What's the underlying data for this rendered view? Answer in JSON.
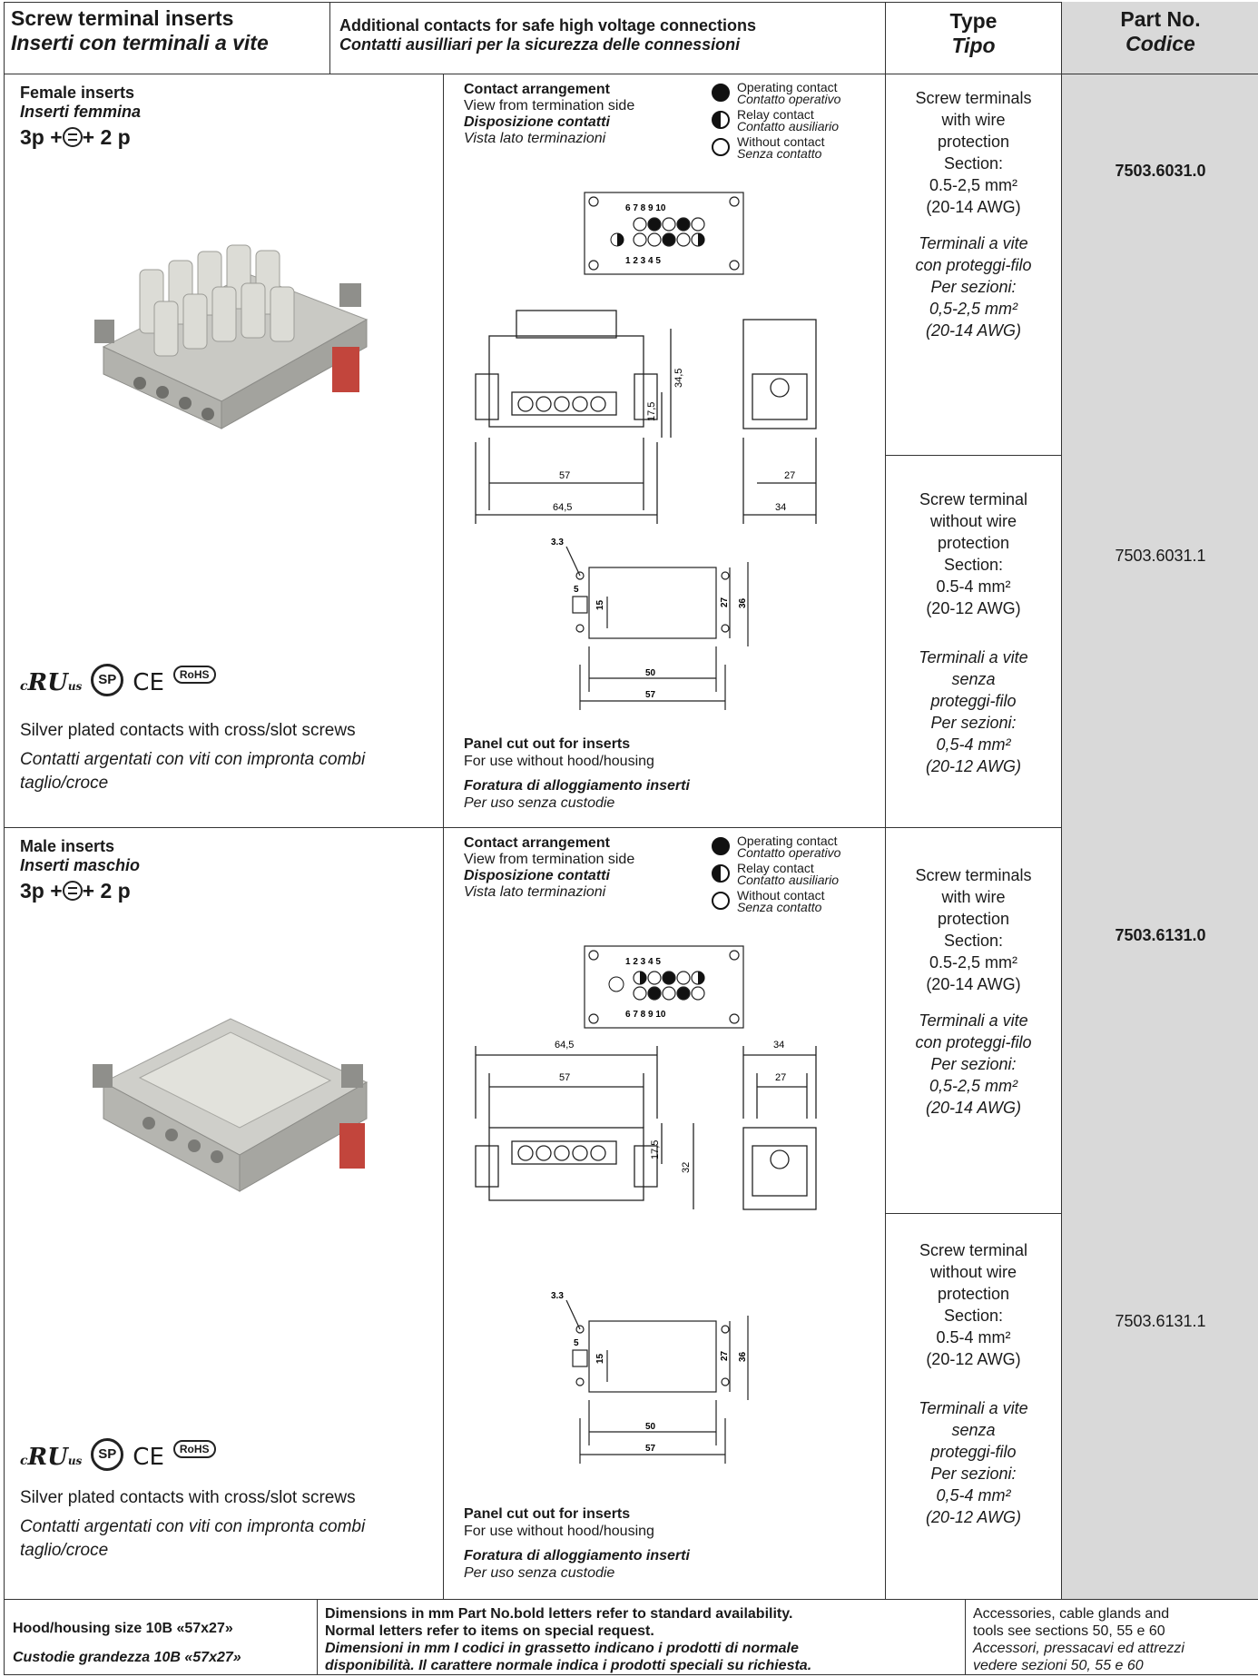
{
  "header": {
    "title_en": "Screw terminal inserts",
    "title_it": "Inserti con terminali a vite",
    "add_en": "Additional contacts for safe high voltage connections",
    "add_it": "Contatti ausilliari per la sicurezza delle connessioni",
    "type_en": "Type",
    "type_it": "Tipo",
    "part_en": "Part No.",
    "part_it": "Codice"
  },
  "sections": [
    {
      "name_en": "Female inserts",
      "name_it": "Inserti femmina",
      "poles_a": "3p +",
      "poles_b": "+ 2 p",
      "silver_en": "Silver plated contacts with cross/slot screws",
      "silver_it": "Contatti argentati con viti con impronta combi taglio/croce",
      "top_numbers": "6 7 8 9 10",
      "bottom_numbers": "1 2 3 4 5",
      "dims": {
        "d1": "57",
        "d2": "64,5",
        "d3": "17,5",
        "d4": "34,5",
        "d5": "27",
        "d6": "34"
      },
      "cut": {
        "c1": "3.3",
        "c2": "5",
        "c3": "15",
        "c4": "27",
        "c5": "36",
        "c6": "50",
        "c7": "57"
      },
      "variants": [
        {
          "type_en": [
            "Screw terminals",
            "with wire",
            "protection",
            "Section:",
            "0.5-2,5 mm²",
            "(20-14 AWG)"
          ],
          "type_it": [
            "Terminali a vite",
            "con proteggi-filo",
            "Per sezioni:",
            "0,5-2,5 mm²",
            "(20-14 AWG)"
          ],
          "part": "7503.6031.0"
        },
        {
          "type_en": [
            "Screw terminal",
            "without wire",
            "protection",
            "Section:",
            "0.5-4 mm²",
            "(20-12 AWG)"
          ],
          "type_it": [
            "Terminali a vite",
            "senza",
            "proteggi-filo",
            "Per sezioni:",
            "0,5-4 mm²",
            "(20-12 AWG)"
          ],
          "part": "7503.6031.1"
        }
      ]
    },
    {
      "name_en": "Male inserts",
      "name_it": "Inserti maschio",
      "poles_a": "3p +",
      "poles_b": "+ 2 p",
      "silver_en": "Silver plated contacts with cross/slot screws",
      "silver_it": "Contatti argentati con viti con impronta combi taglio/croce",
      "top_numbers": "1 2 3 4 5",
      "bottom_numbers": "6 7 8 9 10",
      "dims": {
        "d1": "64,5",
        "d2": "57",
        "d3": "17,5",
        "d4": "32",
        "d5": "34",
        "d6": "27"
      },
      "cut": {
        "c1": "3.3",
        "c2": "5",
        "c3": "15",
        "c4": "27",
        "c5": "36",
        "c6": "50",
        "c7": "57"
      },
      "variants": [
        {
          "type_en": [
            "Screw terminals",
            "with wire",
            "protection",
            "Section:",
            "0.5-2,5 mm²",
            "(20-14 AWG)"
          ],
          "type_it": [
            "Terminali a vite",
            "con proteggi-filo",
            "Per sezioni:",
            "0,5-2,5 mm²",
            "(20-14 AWG)"
          ],
          "part": "7503.6131.0"
        },
        {
          "type_en": [
            "Screw terminal",
            "without wire",
            "protection",
            "Section:",
            "0.5-4 mm²",
            "(20-12 AWG)"
          ],
          "type_it": [
            "Terminali a vite",
            "senza",
            "proteggi-filo",
            "Per sezioni:",
            "0,5-4 mm²",
            "(20-12 AWG)"
          ],
          "part": "7503.6131.1"
        }
      ]
    }
  ],
  "contact": {
    "title_en": "Contact arrangement",
    "view_en": "View from termination side",
    "title_it": "Disposizione contatti",
    "view_it": "Vista lato terminazioni",
    "legend": [
      {
        "en": "Operating contact",
        "it": "Contatto operativo"
      },
      {
        "en": "Relay contact",
        "it": "Contatto ausiliario"
      },
      {
        "en": "Without contact",
        "it": "Senza contatto"
      }
    ]
  },
  "panel": {
    "title_en": "Panel cut out for inserts",
    "use_en": "For use without hood/housing",
    "title_it": "Foratura di alloggiamento inserti",
    "use_it": "Per uso senza custodie"
  },
  "cert": {
    "ul": "c",
    "ul_mark": "RU",
    "ul_us": "us",
    "csa": "SP",
    "ce": "CE",
    "rohs": "RoHS"
  },
  "footer": {
    "hood_en": "Hood/housing size  10B  «57x27»",
    "hood_it": "Custodie grandezza 10B «57x27»",
    "dims_en_1": "Dimensions in mm Part No.bold letters refer to standard availability.",
    "dims_en_2": "Normal letters refer to items on special request.",
    "dims_it_1": "Dimensioni in mm I  codici in grassetto indicano i prodotti di normale",
    "dims_it_2": "disponibilità. Il carattere normale indica i prodotti speciali su richiesta.",
    "acc_en_1": "Accessories, cable glands and",
    "acc_en_2": "tools see sections 50, 55 e 60",
    "acc_it_1": "Accessori, pressacavi ed attrezzi",
    "acc_it_2": "vedere sezioni 50, 55 e 60"
  }
}
